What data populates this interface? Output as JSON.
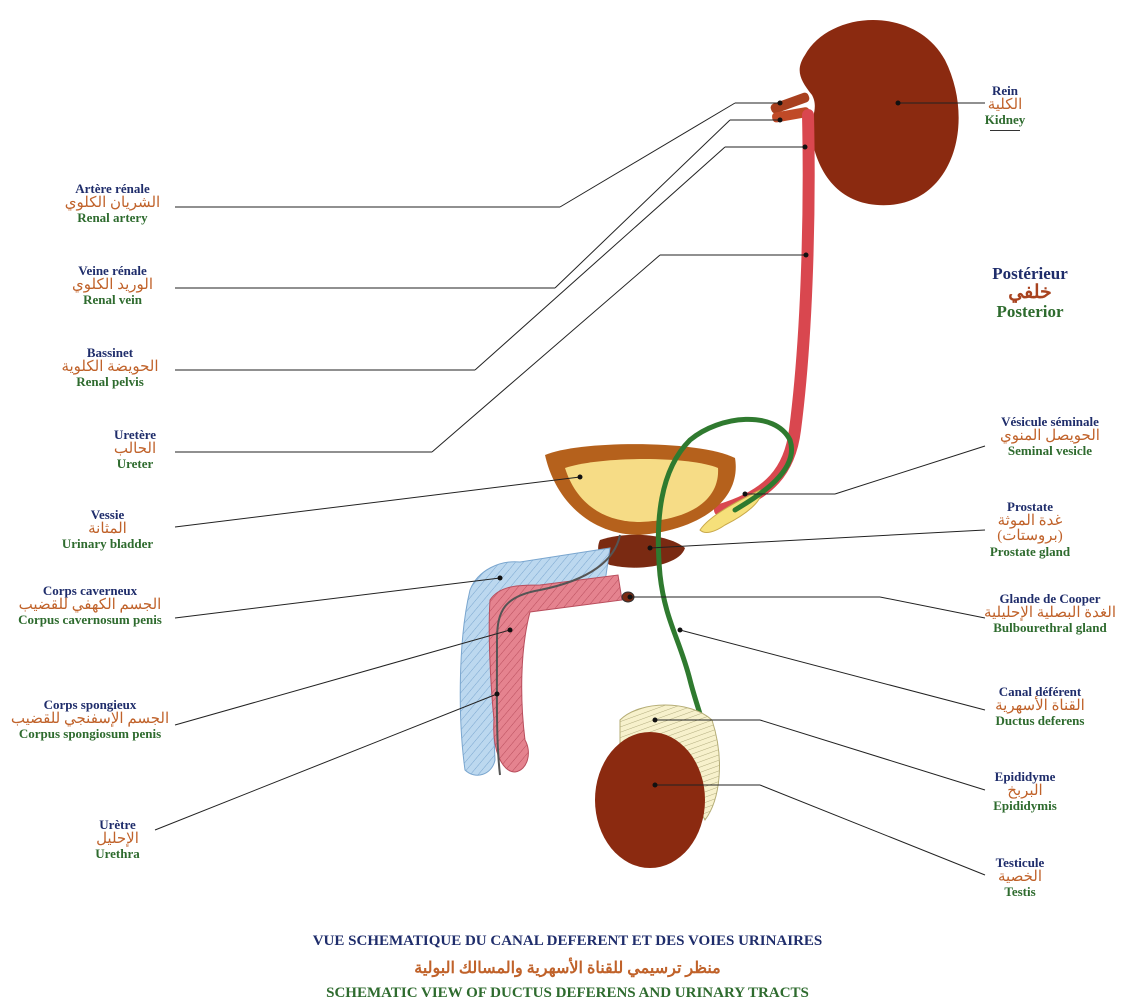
{
  "labels": {
    "kidney": {
      "fr": "Rein",
      "ar": "الكلية",
      "en": "Kidney"
    },
    "posterior": {
      "fr": "Postérieur",
      "ar": "خلفي",
      "en": "Posterior"
    },
    "renal_artery": {
      "fr": "Artère rénale",
      "ar": "الشريان الكلوي",
      "en": "Renal artery"
    },
    "renal_vein": {
      "fr": "Veine rénale",
      "ar": "الوريد الكلوي",
      "en": "Renal vein"
    },
    "renal_pelvis": {
      "fr": "Bassinet",
      "ar": "الحويضة الكلوية",
      "en": "Renal pelvis"
    },
    "ureter": {
      "fr": "Uretère",
      "ar": "الحالب",
      "en": "Ureter"
    },
    "bladder": {
      "fr": "Vessie",
      "ar": "المثانة",
      "en": "Urinary bladder"
    },
    "corpus_cavernosum": {
      "fr": "Corps caverneux",
      "ar": "الجسم الكهفي للقضيب",
      "en": "Corpus cavernosum penis"
    },
    "corpus_spongiosum": {
      "fr": "Corps spongieux",
      "ar": "الجسم الإسفنجي للقضيب",
      "en": "Corpus spongiosum penis"
    },
    "urethra": {
      "fr": "Urètre",
      "ar": "الإحليل",
      "en": "Urethra"
    },
    "seminal_vesicle": {
      "fr": "Vésicule séminale",
      "ar": "الحويصل المنوي",
      "en": "Seminal vesicle"
    },
    "prostate": {
      "fr": "Prostate",
      "ar": "غدة الموثة (بروستات)",
      "en": "Prostate gland"
    },
    "cowper": {
      "fr": "Glande de Cooper",
      "ar": "الغدة البصلية الإحليلية",
      "en": "Bulbourethral gland"
    },
    "ductus": {
      "fr": "Canal déférent",
      "ar": "القناة الأسهرية",
      "en": "Ductus deferens"
    },
    "epididymis": {
      "fr": "Epididyme",
      "ar": "البربخ",
      "en": "Epididymis"
    },
    "testis": {
      "fr": "Testicule",
      "ar": "الخصية",
      "en": "Testis"
    }
  },
  "titles": {
    "fr": "VUE SCHEMATIQUE DU CANAL DEFERENT ET DES VOIES URINAIRES",
    "ar": "منظر ترسيمي للقناة الأسهرية والمسالك البولية",
    "en": "SCHEMATIC VIEW OF DUCTUS DEFERENS AND URINARY TRACTS"
  },
  "colors": {
    "kidney": "#8b2a10",
    "ureter": "#d9474f",
    "ductus": "#2f7a2f",
    "bladder_wall": "#b5611c",
    "bladder_fill": "#f6dc86",
    "cavernosum": "#b9d6ee",
    "spongiosum": "#e07a8a",
    "epididymis": "#f5efc4",
    "french_text": "#1f2d6b",
    "arabic_text": "#c0622a",
    "english_text": "#2e6b2e"
  }
}
